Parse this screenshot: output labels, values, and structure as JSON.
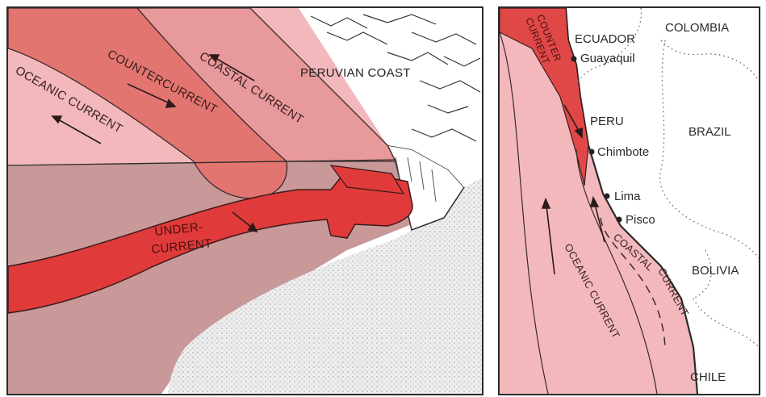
{
  "left_diagram": {
    "labels": {
      "oceanic_current": "OCEANIC CURRENT",
      "countercurrent": "COUNTERCURRENT",
      "coastal_current": "COASTAL CURRENT",
      "peruvian_coast": "PERUVIAN COAST",
      "undercurrent_line1": "UNDER-",
      "undercurrent_line2": "CURRENT"
    }
  },
  "right_map": {
    "countries": {
      "ecuador": "ECUADOR",
      "colombia": "COLOMBIA",
      "peru": "PERU",
      "brazil": "BRAZIL",
      "bolivia": "BOLIVIA",
      "chile": "CHILE"
    },
    "cities": {
      "guayaquil": "Guayaquil",
      "chimbote": "Chimbote",
      "lima": "Lima",
      "pisco": "Pisco"
    },
    "currents": {
      "counter_line1": "COUNTER",
      "counter_line2": "CURRENT",
      "oceanic": "OCEANIC CURRENT",
      "coastal_line1": "COASTAL",
      "coastal_line2": "CURRENT"
    }
  },
  "colors": {
    "ocean_surface": "#f2b4b8",
    "deep_water": "#c99595",
    "current_red": "#e04848",
    "counter_red": "#e8706a",
    "land_stipple": "#e6e6e6",
    "outline": "#2b2b2b"
  }
}
